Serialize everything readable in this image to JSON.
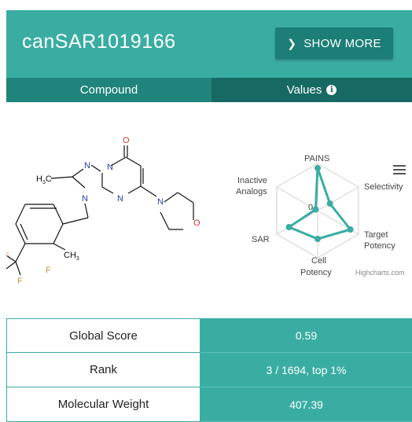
{
  "header": {
    "title": "canSAR1019166",
    "show_more_label": "SHOW MORE"
  },
  "tabs": [
    {
      "label": "Compound"
    },
    {
      "label": "Values"
    }
  ],
  "structure": {
    "atoms": {
      "o": "O",
      "n1": "N",
      "n2": "N",
      "n3": "N",
      "n4": "N",
      "n5": "N",
      "o2": "O",
      "h3c": "H",
      "h3c_sub": "3",
      "h3c_c": "C",
      "ch3": "CH",
      "ch3_sub": "3",
      "f1": "F",
      "f2": "F",
      "f3": "F"
    }
  },
  "chart_data": {
    "type": "radar",
    "axes": [
      "PAINS",
      "Selectivity",
      "Target Potency",
      "Cell Potency",
      "SAR",
      "Inactive Analogs"
    ],
    "axis_labels": {
      "pains": "PAINS",
      "selectivity": "Selectivity",
      "target_1": "Target",
      "target_2": "Potency",
      "cell_1": "Cell",
      "cell_2": "Potency",
      "sar": "SAR",
      "inactive_1": "Inactive",
      "inactive_2": "Analogs"
    },
    "values": [
      0.9,
      0.3,
      0.8,
      0.6,
      0.7,
      0.05
    ],
    "center_label": "0",
    "credit": "Highcharts.com",
    "series_color": "#3aada3"
  },
  "table": [
    {
      "label": "Global Score",
      "value": "0.59"
    },
    {
      "label": "Rank",
      "value": "3 / 1694, top 1%"
    },
    {
      "label": "Molecular Weight",
      "value": "407.39"
    }
  ]
}
